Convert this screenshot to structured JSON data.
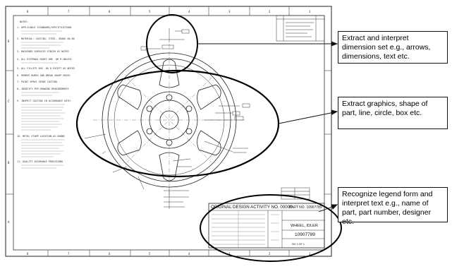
{
  "callouts": {
    "dimension": "Extract and interpret dimension set e.g., arrows, dimensions, text etc.",
    "graphics": "Extract graphics, shape of part, line, circle, box etc.",
    "legend": "Recognize legend form and interpret text e.g., name of part, part number, designer etc."
  },
  "drawing": {
    "zone_columns_top": [
      "8",
      "7",
      "6",
      "5",
      "4",
      "3",
      "2",
      "1"
    ],
    "zone_columns_bottom": [
      "8",
      "7",
      "6",
      "5",
      "4",
      "3",
      "2",
      "1"
    ],
    "zone_rows": [
      "D",
      "C",
      "B",
      "A"
    ],
    "notes_title": "NOTES:",
    "notes": [
      "1. APPLICABLE STANDARDS/SPECIFICATIONS",
      "2. MATERIAL: CASTING, STEEL, GRADE 80-60",
      "3. MACHINED SURFACES FINISH AS NOTED",
      "4. ALL EXTERNAL RADII ARE .06 R UNLESS",
      "5. ALL FILLETS ARE .06 R EXCEPT AS NOTED",
      "6. REMOVE BURRS AND BREAK SHARP EDGES",
      "7. PAINT SPRAY SPOKE CASTING",
      "8. IDENTIFY PER DRAWING REQUIREMENTS",
      "9. INSPECT CASTING IN ACCORDANCE WITH",
      "10. METAL STAMP LOCATION AS SHOWN",
      "11. QUALITY ASSURANCE PROVISIONS"
    ],
    "original_design_activity": "ORIGINAL DESIGN ACTIVITY NO. 00000",
    "part_label": "PART NO. 10907789",
    "part_name": "WHEEL, IDLER",
    "part_number": "10907789",
    "sheet_label": "SH 1 OF 1"
  },
  "colors": {
    "ink": "#111111",
    "annotation_ellipse": "#000000",
    "callout_border": "#111111"
  }
}
